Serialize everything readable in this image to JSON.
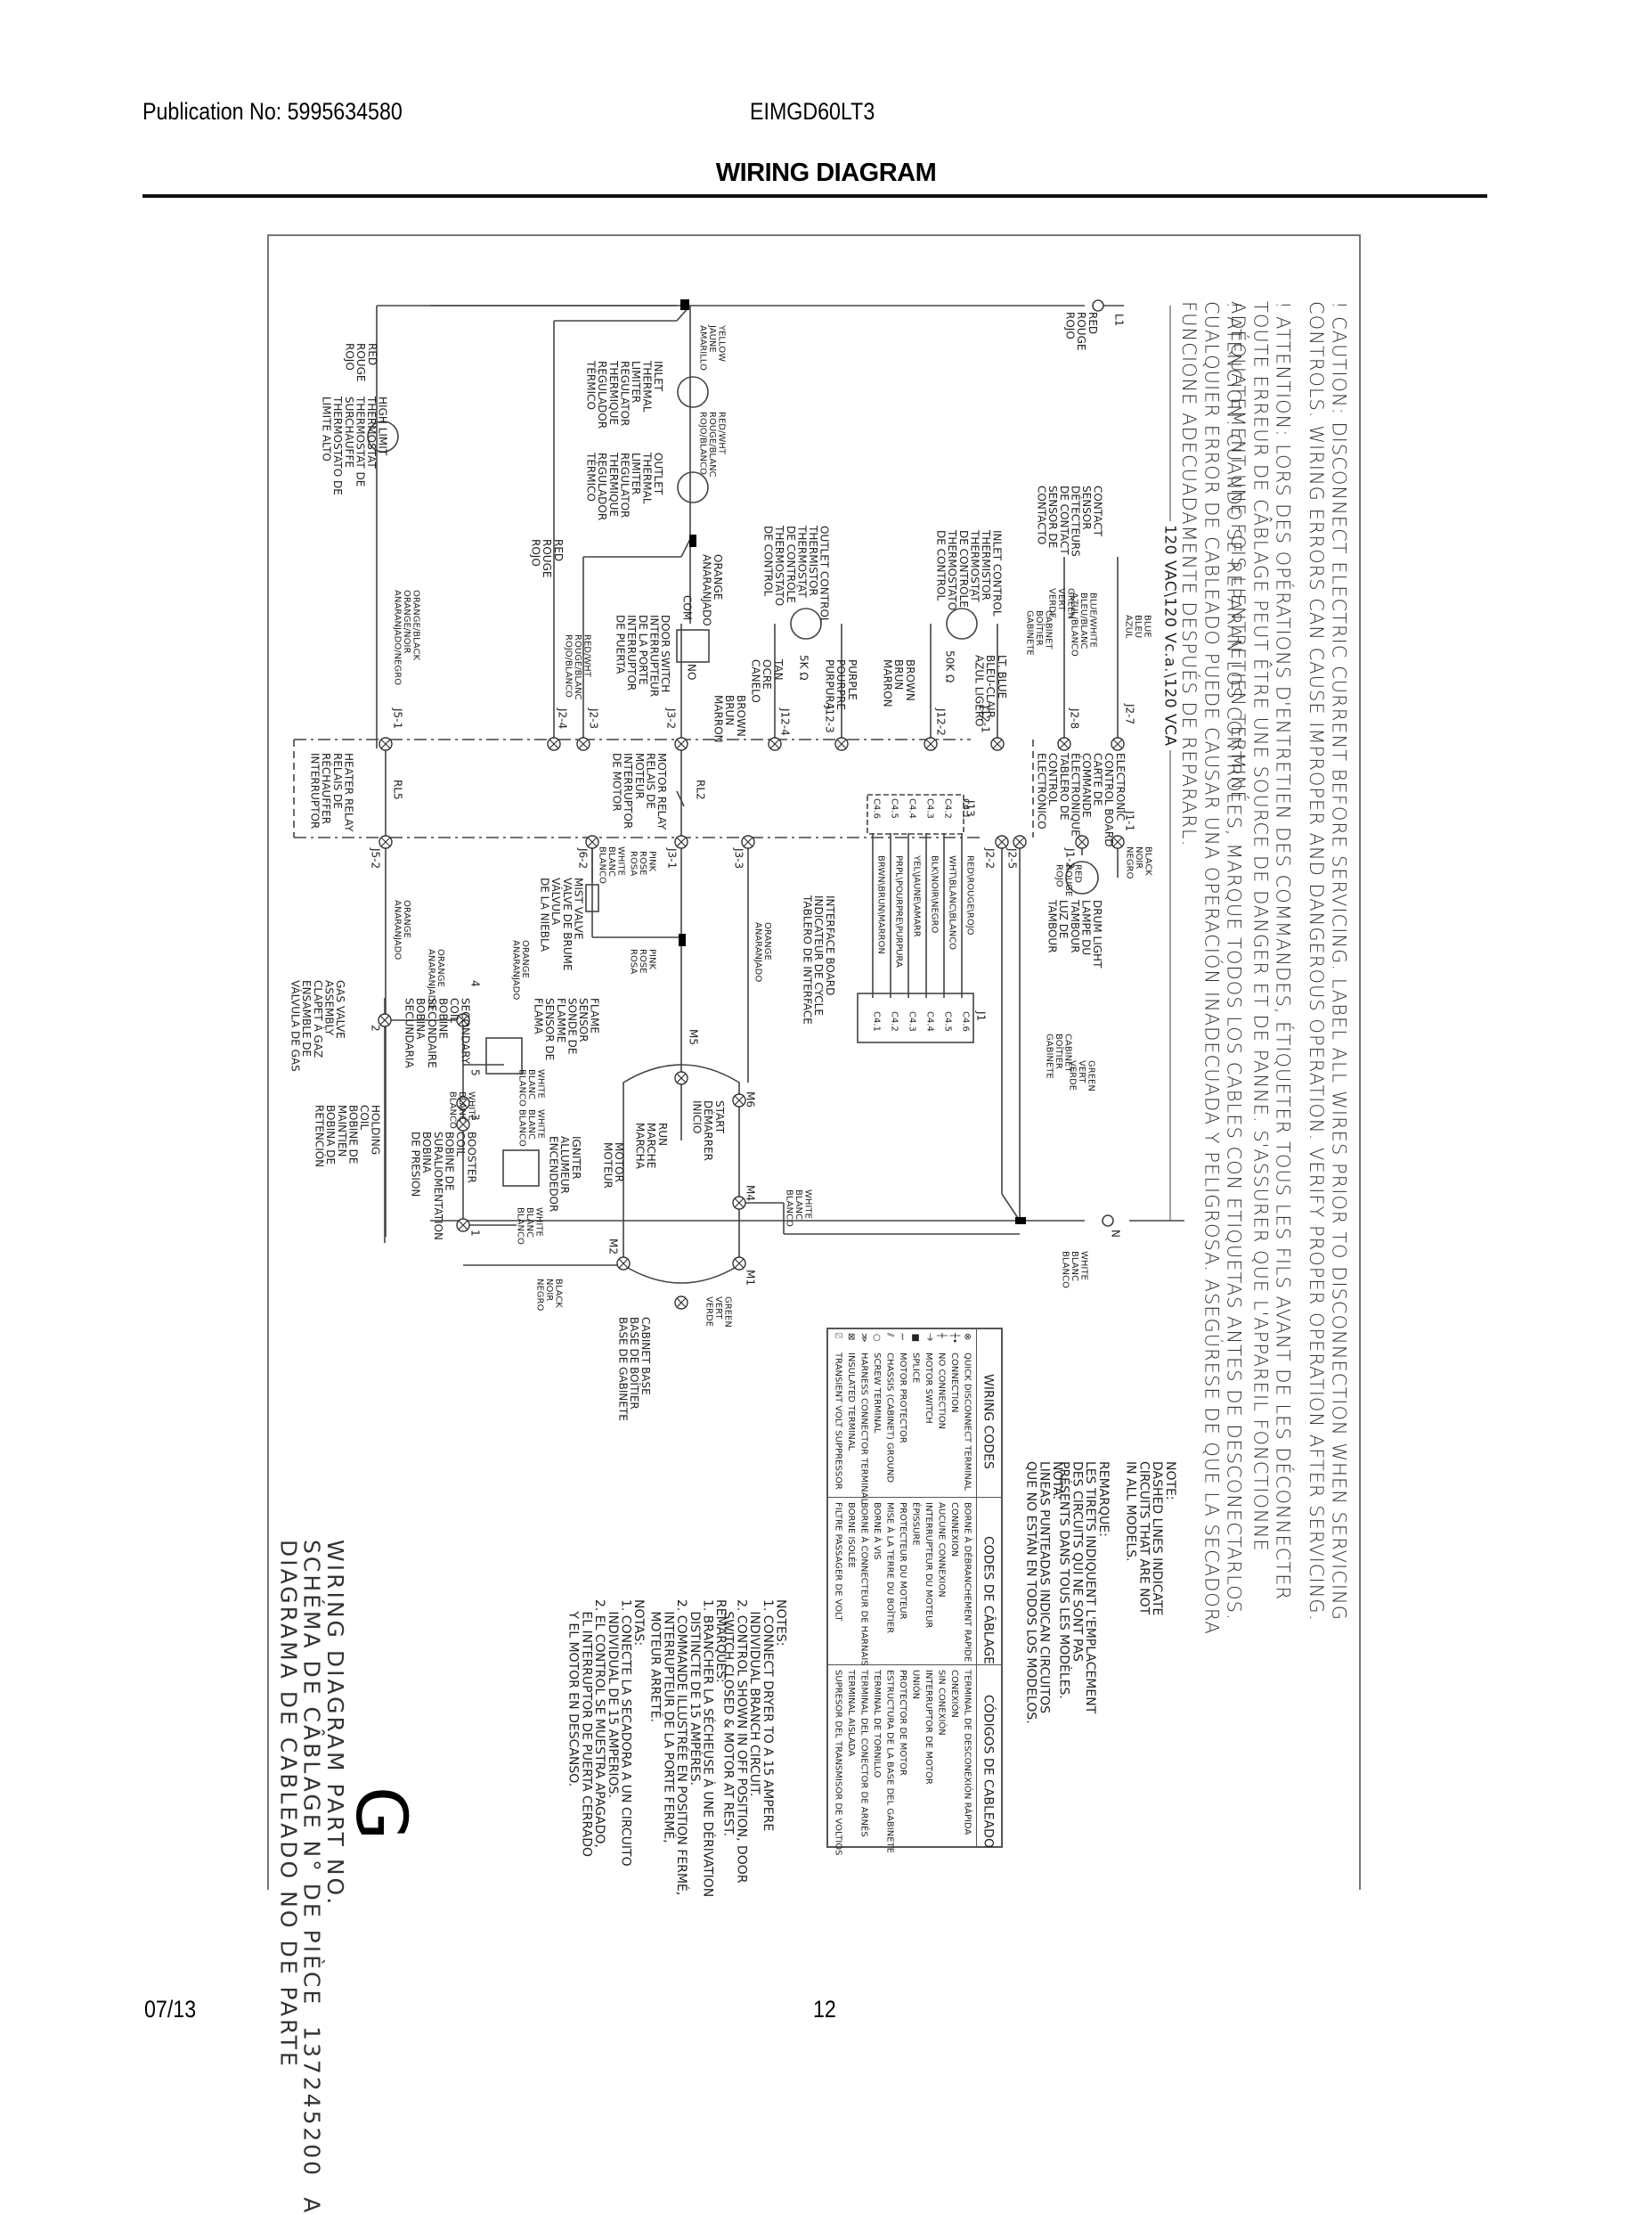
{
  "header": {
    "publication": "Publication No: 5995634580",
    "model": "EIMGD60LT3",
    "title": "WIRING DIAGRAM"
  },
  "footer": {
    "date": "07/13",
    "page": "12"
  },
  "warnings": {
    "caution_en": "! CAUTION: DISCONNECT ELECTRIC CURRENT BEFORE SERVICING. LABEL ALL WIRES PRIOR TO DISCONNECTION WHEN SERVICING\nCONTROLS. WIRING ERRORS CAN CAUSE IMPROPER AND DANGEROUS OPERATION. VERIFY PROPER OPERATION AFTER SERVICING.",
    "caution_fr": "! ATTENTION: LORS DES OPÉRATIONS D'ENTRETIEN DES COMMANDES, ÉTIQUETER TOUS LES FILS AVANT DE LES DÉCONNECTER\nTOUTE ERREUR DE CÂBLAGE PEUT ÊTRE UNE SOURCE DE DANGER ET DE PANNE. S'ASSURER QUE L'APPAREIL FONCTIONNE\nADÉQUATEMENT UNE FOIS L'ENTRETIEN TERMINÉ.",
    "caution_es": "! ATENCION: CUANDO SE REPARAN LOS CONTROLES, MARQUE TODOS LOS CABLES CON ETIQUETAS ANTES DE DESCONECTARLOS.\nCUALQUIER ERROR DE CABLEADO PUEDE CAUSAR UNA OPERACIÓN INADECUADA Y PELIGROSA. ASEGÚRESE DE QUE LA SECADORA\nFUNCIONE ADECUADAMENTE DESPUÉS DE REPARARL."
  },
  "supply": {
    "voltage": "120 VAC\\120 Vc.a.\\120 VCA",
    "l1": "L1",
    "l1_color": "RED\nROUGE\nROJO",
    "n": "N",
    "n_color": "WHITE\nBLANC\nBLANCO"
  },
  "dashed_note": {
    "en": "NOTE:\nDASHED LINES INDICATE\nCIRCUITS THAT ARE NOT\nIN ALL MODELS.",
    "fr": "REMARQUE:\nLES TIRETS INDIQUENT L'EMPLACEMENT\nDES CIRCUITS QUI NE SONT PAS\nPRÉSENTS DANS TOUS LES MODÈLES.",
    "es": "NOTA:\nLINEAS PUNTEADAS INDICAN CIRCUITOS\nQUE NO ESTÁN EN TODOS LOS MODELOS."
  },
  "wiring_codes": {
    "headers": [
      "WIRING CODES",
      "CODES DE CÂBLAGE",
      "CÓDIGOS DE CABLEADO"
    ],
    "rows": [
      {
        "symbol": "⊗",
        "en": "QUICK DISCONNECT TERMINAL",
        "fr": "BORNE À DÉBRANCHEMENT RAPIDE",
        "es": "TERMINAL DE DESCONEXIÓN RÁPIDA"
      },
      {
        "symbol": "┼•",
        "en": "CONNECTION",
        "fr": "CONNEXION",
        "es": "CONEXIÓN"
      },
      {
        "symbol": "┼",
        "en": "NO CONNECTION",
        "fr": "AUCUNE CONNEXION",
        "es": "SIN CONEXIÓN"
      },
      {
        "symbol": "⏚",
        "en": "MOTOR SWITCH",
        "fr": "INTERRUPTEUR DU MOTEUR",
        "es": "INTERRUPTOR DE MOTOR"
      },
      {
        "symbol": "■",
        "en": "SPLICE",
        "fr": "ÉPISSURE",
        "es": "UNIÓN"
      },
      {
        "symbol": "⌇",
        "en": "MOTOR PROTECTOR",
        "fr": "PROTECTEUR DU MOTEUR",
        "es": "PROTECTOR DE MOTOR"
      },
      {
        "symbol": "⫽",
        "en": "CHASSIS (CABINET) GROUND",
        "fr": "MISE À LA TERRE DU BOÎTIER",
        "es": "ESTRUCTURA DE LA BASE DEL GABINETE"
      },
      {
        "symbol": "○",
        "en": "SCREW TERMINAL",
        "fr": "BORNE À VIS",
        "es": "TERMINAL DE TORNILLO"
      },
      {
        "symbol": "≫",
        "en": "HARNESS CONNECTOR TERMINAL",
        "fr": "BORNE À CONNECTEUR DE HARNAIS",
        "es": "TERMINAL DEL CONECTOR DE ARNÉS"
      },
      {
        "symbol": "⊠",
        "en": "INSULATED TERMINAL",
        "fr": "BORNE ISOLÉE",
        "es": "TERMINAL AISLADA"
      },
      {
        "symbol": "⍁",
        "en": "TRANSIENT VOLT SUPPRESSOR",
        "fr": "FILTRE PASSAGER DE VOLT",
        "es": "SUPRESOR DEL TRANSMISOR DE VOLTIOS"
      }
    ]
  },
  "notes": {
    "en": "NOTES:\n1. CONNECT DRYER TO A 15 AMPERE\n   INDIVIDUAL BRANCH CIRCUIT.\n2. CONTROL SHOWN IN OFF POSITION, DOOR\n   SWITCH CLOSED & MOTOR AT REST.",
    "fr": "REMARQUES:\n1. BRANCHER LA SÉCHEUSE À UNE DÉRIVATION\n   DISTINCTE DE 15 AMPÈRES.\n2. COMMANDE ILLUSTRÉE EN POSITION FERMÉ,\n   INTERRUPTEUR DE LA PORTE FERMÉ,\n   MOTEUR ARRETÉ.",
    "es": "NOTAS:\n1. CONECTE LA SECADORA A UN CIRCUITO\n   INDIVIDUAL DE 15 AMPERIOS.\n2. EL CONTROL SE MUESTRA APAGADO,\n   EL INTERRUPTOR DE PUERTA CERRADO\n   Y EL MOTOR EN DESCANSO."
  },
  "part_number": {
    "label": "WIRING DIAGRAM PART NO.\nSCHÉMA DE CÂBLAGE N° DE PIÈCE  137245200  A\nDIAGRAMA DE CABLEADO NO DE PARTE",
    "revision_letter": "G"
  },
  "components": {
    "contact_sensor": "CONTACT\nSENSOR\nDÉTECTEURS\nDE CONTACT\nSENSOR DE\nCONTACTO",
    "blue": "BLUE\nBLEU\nAZUL",
    "blue_white": "BLUE/WHITE\nBLEU/BLANC\nAZUL/BLANCO",
    "cabinet_ground": "GREEN\nVERT\nVERDE",
    "cabinet": "CABINET\nBOÎTIER\nGABINETE",
    "inlet_thermistor": "INLET CONTROL\nTHERMISTOR\nTHERMOSTAT\nDE CONTRÔLE\nTHERMOSTATO\nDE CONTROL",
    "inlet_resistance": "50K Ω",
    "lt_blue": "LT. BLUE\nBLEU-CLAIR\nAZUL LIGERO",
    "brown": "BROWN\nBRUN\nMARRON",
    "outlet_thermistor": "OUTLET CONTROL\nTHERMISTOR\nTHERMOSTAT\nDE CONTRÔLE\nTHERMOSTATO\nDE CONTROL",
    "outlet_resistance": "5K Ω",
    "purple": "PURPLE\nPOURPRE\nPURPURA",
    "tan": "TAN\nOCRE\nCANELO",
    "inlet_limiter": "INLET\nTHERMAL\nLIMITER\nREGULATOR\nTHERMIQUE\nREGULADOR\nTÉRMICO",
    "outlet_limiter": "OUTLET\nTHERMAL\nLIMITER\nREGULATOR\nTHERMIQUE\nREGULADOR\nTÉRMICO",
    "yellow": "YELLOW\nJAUNE\nAMARILLO",
    "red_wht": "RED/WHT\nROUGE/BLANC\nROJO/BLANCO",
    "red": "RED\nROUGE\nROJO",
    "high_limit": "HIGH LIMIT\nTHERMOSTAT\nTHERMOSTAT DE\nSURCHAUFFE\nTHERMOSTATO DE\nLIMITE ALTO",
    "orange": "ORANGE\nANARANJADO",
    "door_switch": "DOOR SWITCH\nINTERRUPTEUR\nDE LA PORTE\nINTERRUPTOR\nDE PUERTA",
    "com": "COM",
    "no": "NO",
    "orange_black": "ORANGE/BLACK\nORANGE/NOIR\nANARANJADO/NEGRO",
    "control_board": "ELECTRONIC\nCONTROL BOARD\nCARTE DE\nCOMMANDE\nÉLECTRONIQUE\nTABLERO DE\nCONTROL\nELECTRÓNICO",
    "motor_relay": "MOTOR RELAY\nRELAIS DE\nMOTEUR\nINTERRUPTOR\nDE MOTOR",
    "heater_relay": "HEATER RELAY\nRELAIS DE\nRÉCHAUFFER\nINTERRUPTOR",
    "rl2": "RL2",
    "rl5": "RL5",
    "black_noir": "BLACK\nNOIR\nNEGRO",
    "drum_light": "DRUM LIGHT\nLAMPE DU\nTAMBOUR\nLUZ DE\nTAMBOUR",
    "interface_board": "INTERFACE BOARD\nINDICATEUR DE CYCLE\nTABLERO DE INTERFACE",
    "pink": "PINK\nROSE\nROSA",
    "white": "WHITE\nBLANC\nBLANCO",
    "mist_valve": "MIST VALVE\nVALVE DE BRUME\nVÁLVULA\nDE LA NIEBLA",
    "flame_sensor": "FLAME\nSENSOR\nSONDE DE\nFLAMME\nSENSOR DE\nFLAMA",
    "secondary_coil": "SECONDARY\nCOIL\nBOBINE\nSECONDAIRE\nBOBINA\nSECUNDARIA",
    "booster_coil": "BOOSTER\nCOIL\nBOBINE DE\nSURALIOMENTATION\nBOBINA\nDE PRESION",
    "holding_coil": "HOLDING\nCOIL\nBOBINE DE\nMAINTIEN\nBOBINA DE\nRETENCIÓN",
    "gas_valve": "GAS VALVE\nASSEMBLY\nCLAPET À GAZ\nENSAMBLE DE\nVÁLVULA DE GAS",
    "igniter": "IGNITER\nALLUMEUR\nENCENDEDOR",
    "motor": "MOTOR\nMOTEUR",
    "run": "RUN\nMARCHE\nMARCHA",
    "start": "START\nDÉMARRER\nINICIO",
    "cabinet_base": "CABINET BASE\nBASE DE BOÎTIER\nBASE DE GABINETE",
    "pins": {
      "j2_7": "J2-7",
      "j2_8": "J2-8",
      "j1_1": "J1-1",
      "j1_2": "J1-2",
      "j12_1": "J12-1",
      "j12_2": "J12-2",
      "j12_3": "J12-3",
      "j12_4": "J12-4",
      "j3_2": "J3-2",
      "j2_3": "J2-3",
      "j2_4": "J2-4",
      "j5_1": "J5-1",
      "j5_2": "J5-2",
      "j6_2": "J6-2",
      "j3_1": "J3-1",
      "j3_3": "J3-3",
      "j2_2": "J2-2",
      "j2_5": "J2-5",
      "j13": "J13",
      "j1": "J1",
      "m1": "M1",
      "m2": "M2",
      "m4": "M4",
      "m5": "M5",
      "m6": "M6",
      "gv1": "1",
      "gv2": "2",
      "gv3": "3",
      "gv4": "4",
      "gv5": "5"
    },
    "j13_pins": [
      "C4.1",
      "C4.2",
      "C4.3",
      "C4.4",
      "C4.5",
      "C4.6"
    ],
    "j1_pins": [
      "C4.6",
      "C4.5",
      "C4.4",
      "C4.3",
      "C4.2",
      "C4.1"
    ],
    "harness_wires": [
      "RED\\ROUGE\\ROJO",
      "WHT\\BLANC\\BLANCO",
      "BLK\\NOIR\\NEGRO",
      "YEL\\JAUNE\\AMARR",
      "PRPL\\POURPRE\\PURPURA",
      "BRWN\\BRUN\\MARRON"
    ]
  }
}
